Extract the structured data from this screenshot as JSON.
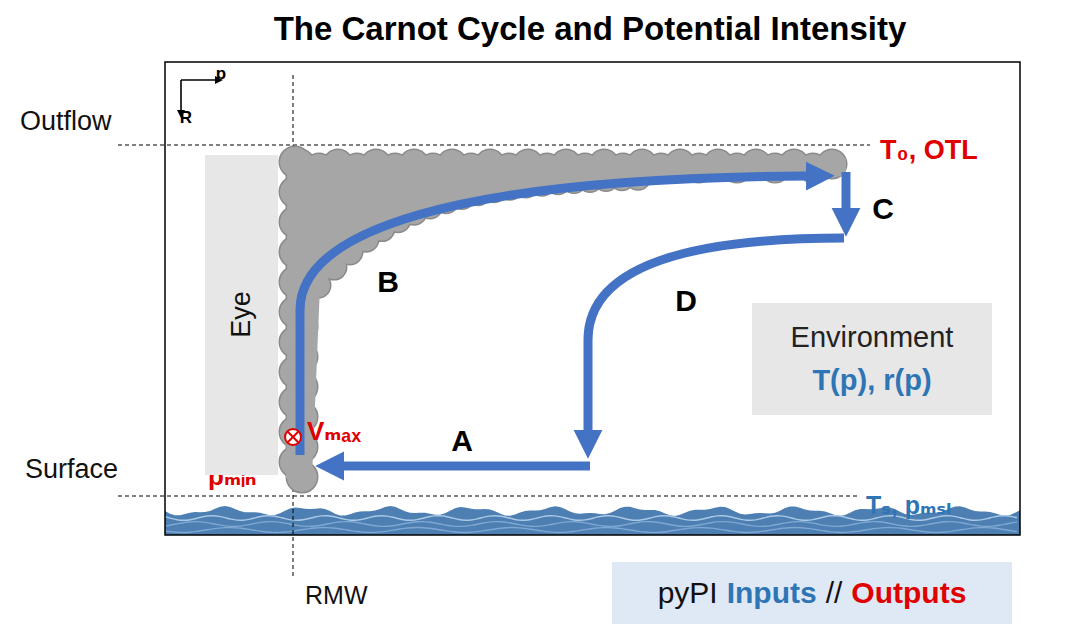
{
  "diagram": {
    "title": "The Carnot Cycle and Potential Intensity",
    "nodes": [
      {
        "text": [
          "Eye"
        ]
      },
      {
        "text": [
          "Environment",
          "T(p), r(p)"
        ]
      },
      {
        "text": [
          "pyPI",
          "Inputs",
          "//",
          "Outputs"
        ]
      }
    ],
    "labels": [
      "R",
      "p",
      "Outflow",
      "Surface",
      "RMW",
      "A",
      "B",
      "C",
      "D",
      "Vₘₐₓ",
      "pₘᵢₙ",
      "T₀, OTL",
      "Tₛ, pₘₛₗ"
    ]
  }
}
